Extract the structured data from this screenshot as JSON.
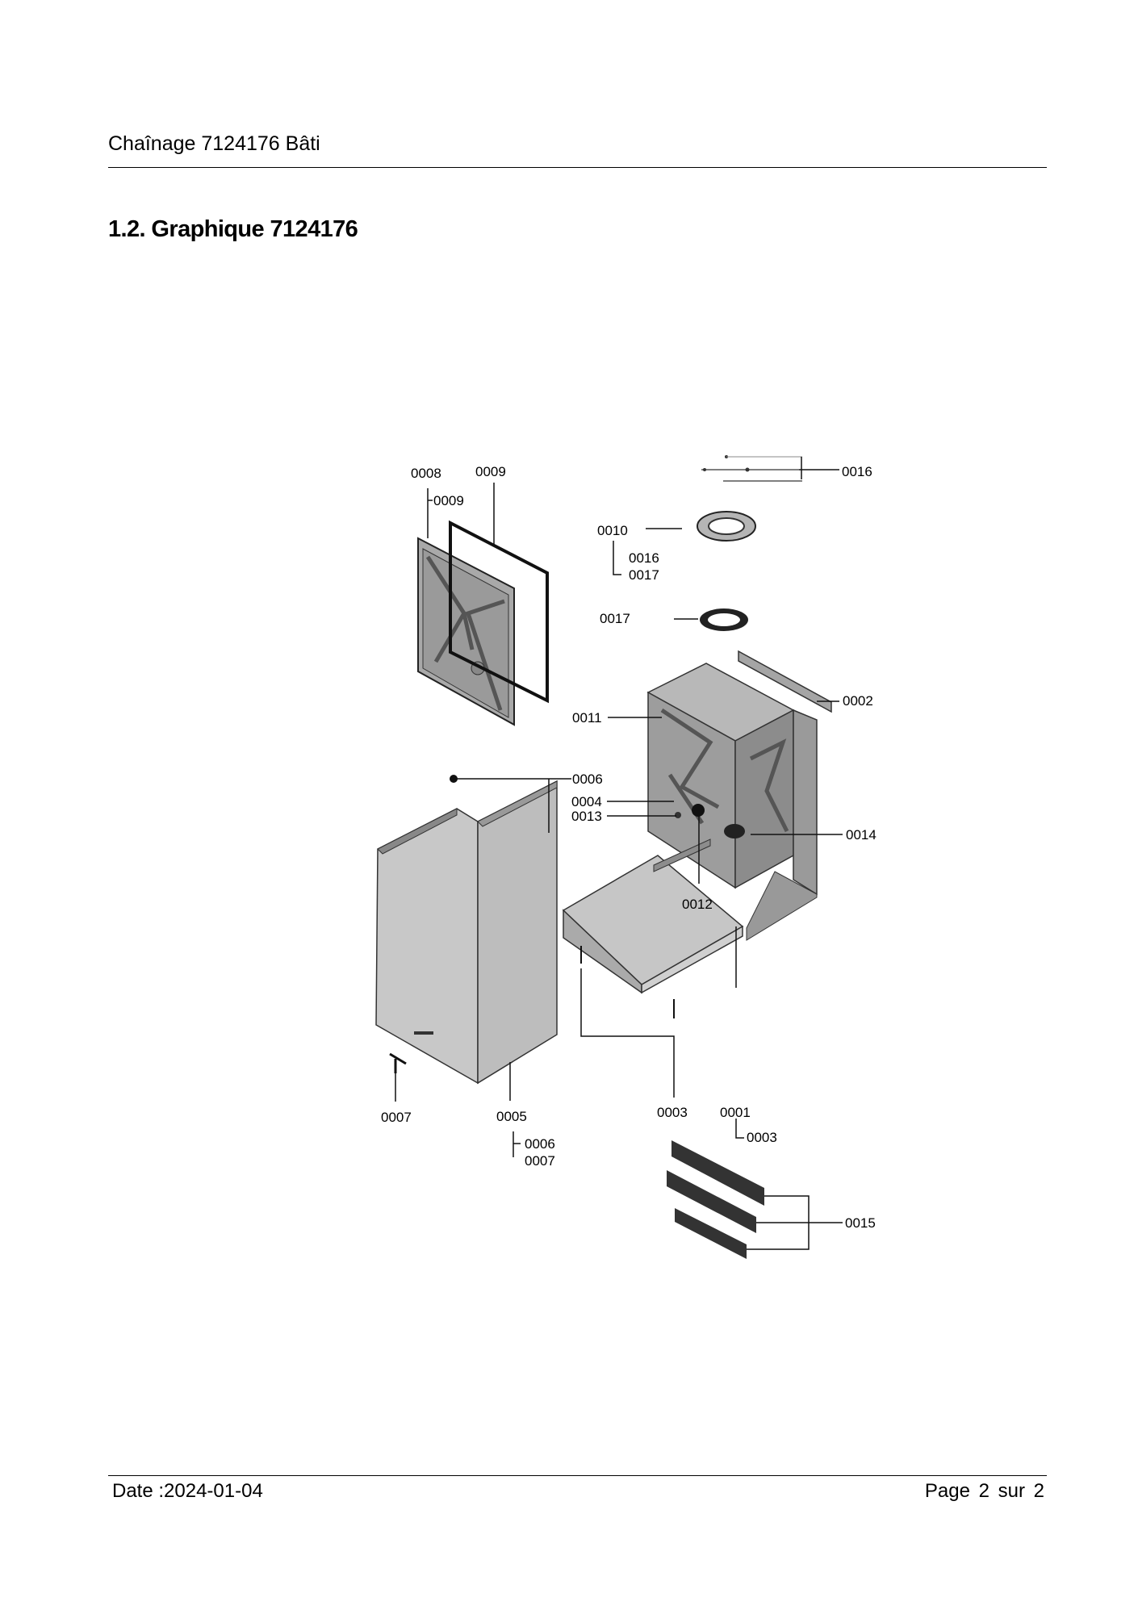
{
  "header": {
    "title": "Chaînage 7124176 Bâti"
  },
  "section": {
    "title": "1.2. Graphique 7124176"
  },
  "diagram": {
    "labels": {
      "l0008": "0008",
      "l0009_top": "0009",
      "l0009_sub": "0009",
      "l0016_top": "0016",
      "l0010": "0010",
      "l0016_sub": "0016",
      "l0017_sub": "0017",
      "l0017": "0017",
      "l0002": "0002",
      "l0011": "0011",
      "l0006": "0006",
      "l0004": "0004",
      "l0013": "0013",
      "l0014": "0014",
      "l0012": "0012",
      "l0007": "0007",
      "l0005": "0005",
      "l0006_sub": "0006",
      "l0007_sub": "0007",
      "l0003": "0003",
      "l0001": "0001",
      "l0003_sub": "0003",
      "l0015": "0015"
    }
  },
  "footer": {
    "date": "Date :2024-01-04",
    "page": "Page 2 sur  2"
  }
}
